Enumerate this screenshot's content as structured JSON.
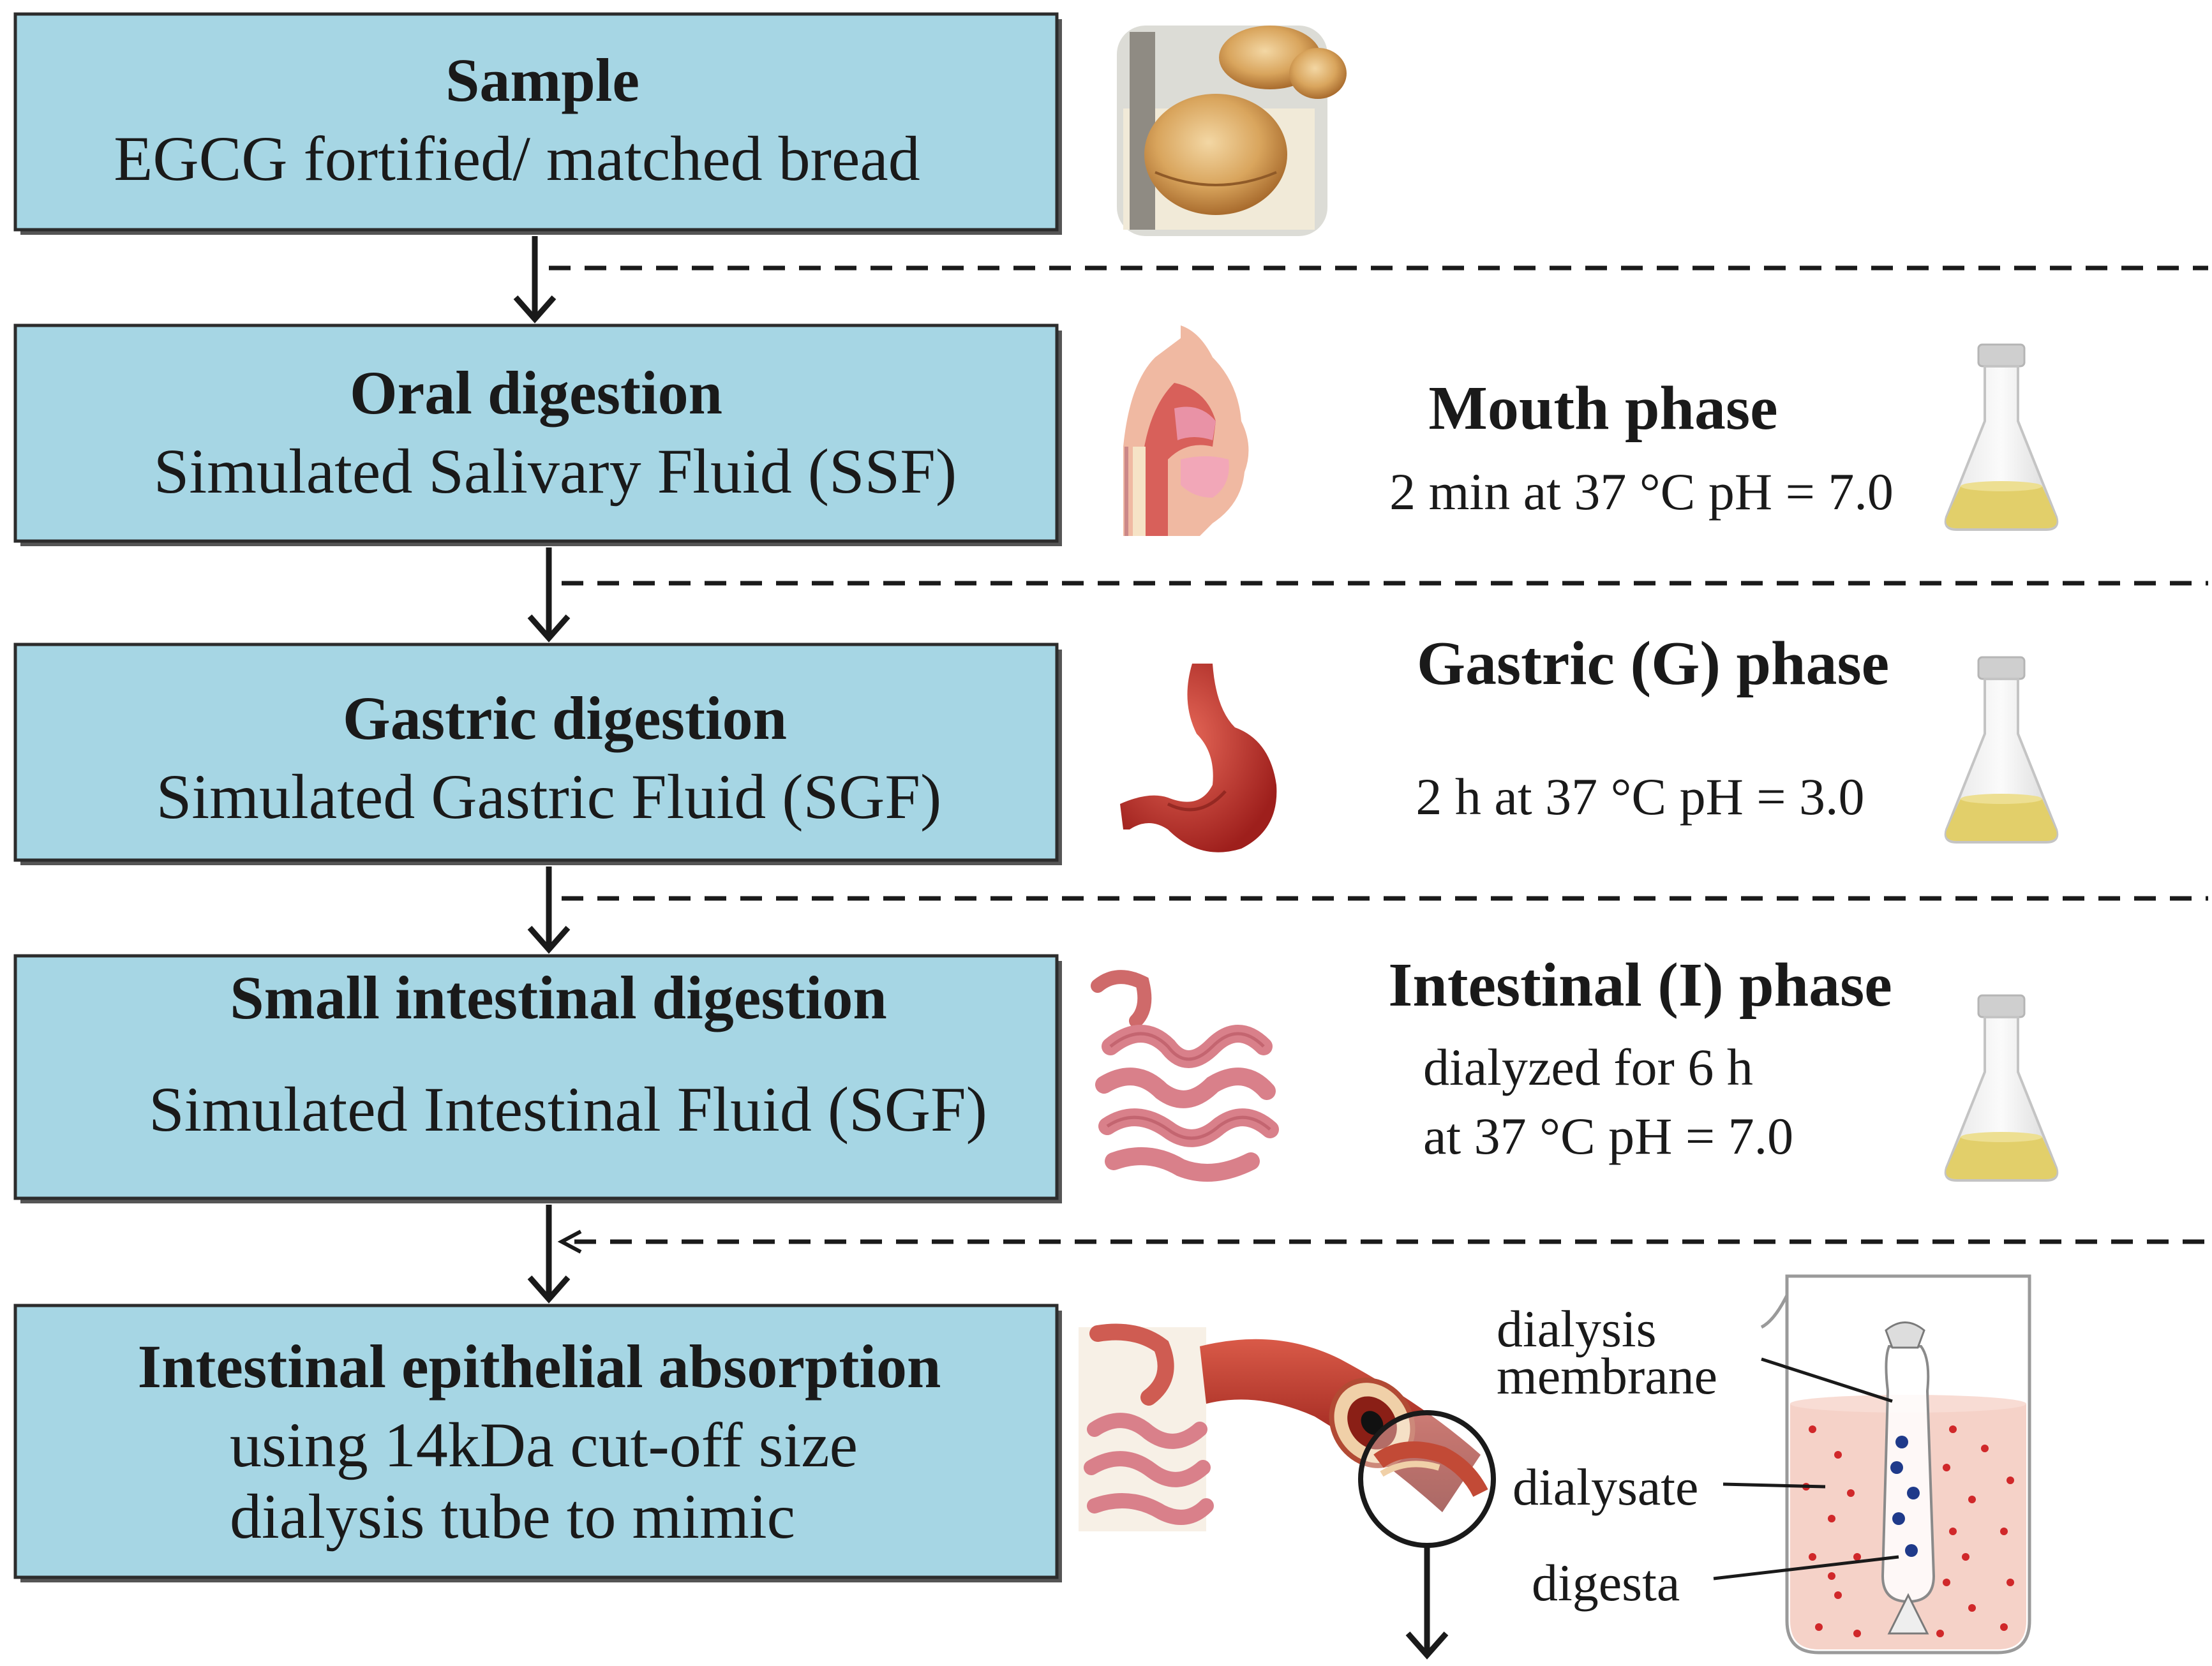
{
  "steps": [
    {
      "title": "Sample",
      "lines": [
        "EGCG fortified/ matched bread"
      ]
    },
    {
      "title": "Oral digestion",
      "lines": [
        "Simulated Salivary Fluid (SSF)"
      ]
    },
    {
      "title": "Gastric digestion",
      "lines": [
        "Simulated Gastric Fluid (SGF)"
      ]
    },
    {
      "title": "Small intestinal digestion",
      "lines": [
        "Simulated Intestinal Fluid (SGF)"
      ]
    },
    {
      "title": "Intestinal epithelial absorption",
      "lines": [
        "using 14kDa cut-off size",
        "dialysis tube to mimic"
      ]
    }
  ],
  "phases": [
    {
      "title": "Mouth phase",
      "lines": [
        "2 min at 37 °C pH = 7.0"
      ]
    },
    {
      "title": "Gastric (G) phase",
      "lines": [
        "2 h at 37 °C pH = 3.0"
      ]
    },
    {
      "title": "Intestinal (I) phase",
      "lines": [
        "dialyzed for 6 h",
        "at 37 °C pH = 7.0"
      ]
    }
  ],
  "dialysis_labels": {
    "membrane_line1": "dialysis",
    "membrane_line2": "membrane",
    "dialysate": "dialysate",
    "digesta": "digesta"
  },
  "colors": {
    "box_fill": "#a6d6e4",
    "flask_liquid": "#e2cf6a",
    "tissue_red": "#b8322c",
    "dialysate_fill": "#f5d2c8"
  },
  "icons": [
    "bread-photo-icon",
    "mouth-anatomy-icon",
    "stomach-icon",
    "small-intestine-icon",
    "flask-icon",
    "intestine-vessel-icon",
    "magnifier-icon",
    "dialysis-beaker-icon"
  ]
}
